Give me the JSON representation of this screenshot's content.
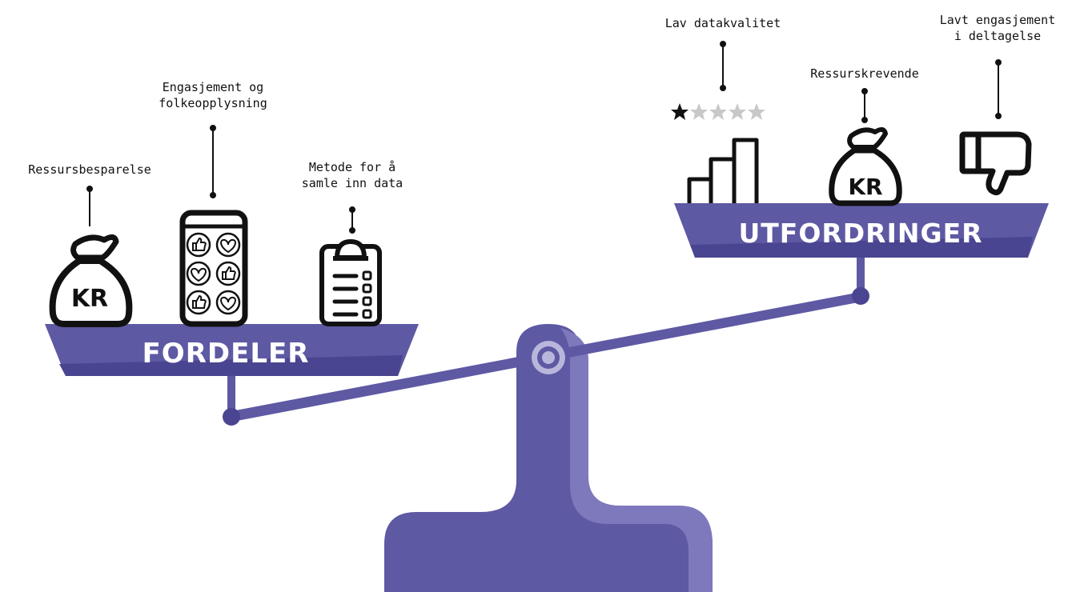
{
  "left_pan": {
    "title": "FORDELER",
    "items": [
      {
        "label": "Ressursbesparelse",
        "icon": "money-bag-icon",
        "icon_text": "KR"
      },
      {
        "label": "Engasjement og\nfolkeopplysning",
        "icon": "smartphone-reactions-icon"
      },
      {
        "label": "Metode for å\nsamle inn data",
        "icon": "clipboard-checklist-icon"
      }
    ]
  },
  "right_pan": {
    "title": "UTFORDRINGER",
    "items": [
      {
        "label": "Lav datakvalitet",
        "icon": "one-star-rating-bar-chart-icon",
        "rating": 1,
        "rating_max": 5
      },
      {
        "label": "Ressurskrevende",
        "icon": "money-bag-icon",
        "icon_text": "KR"
      },
      {
        "label": "Lavt engasjement\ni deltagelse",
        "icon": "thumbs-down-icon"
      }
    ]
  },
  "colors": {
    "scale_purple": "#5e59a3",
    "scale_dark": "#4a4590",
    "scale_light": "#7e79bc",
    "star_filled": "#111111",
    "star_empty": "#c8c8c8",
    "icon_stroke": "#111111"
  }
}
